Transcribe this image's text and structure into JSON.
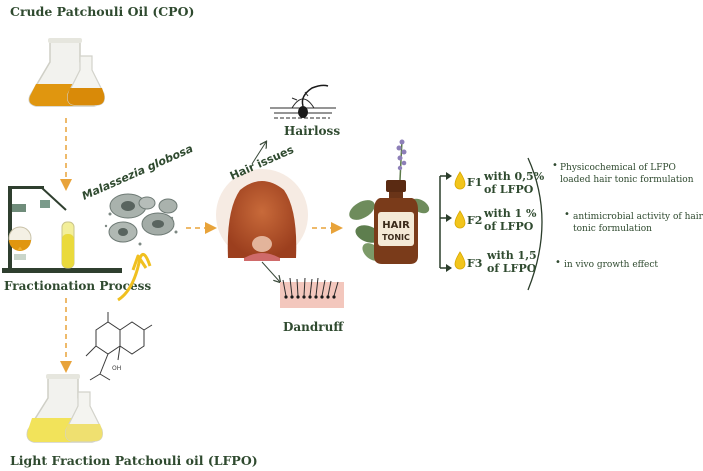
{
  "diagram": {
    "crude_oil_title": "Crude Patchouli Oil (CPO)",
    "fractionation_label": "Fractionation Process",
    "light_fraction_title": "Light Fraction Patchouli oil (LFPO)",
    "fungus_label": "Malassezia globosa",
    "hair_issues_label": "Hair issues",
    "hairloss_label": "Hairloss",
    "dandruff_label": "Dandruff",
    "bottle_label_top": "HAIR",
    "bottle_label_bottom": "TONIC",
    "molecule_labels": {
      "oh": "OH"
    },
    "formulations": [
      {
        "id": "F1",
        "line1": "with 0,5%",
        "line2": "of LFPO"
      },
      {
        "id": "F2",
        "line1": "with 1 %",
        "line2": "of LFPO"
      },
      {
        "id": "F3",
        "line1": "with 1,5",
        "line2": "of LFPO"
      }
    ],
    "tests": [
      {
        "line1": "Physicochemical of LFPO",
        "line2": "loaded hair tonic formulation"
      },
      {
        "line1": "antimicrobial activity of hair",
        "line2": "tonic formulation"
      },
      {
        "line1": "in vivo growth effect",
        "line2": ""
      }
    ],
    "colors": {
      "crude_oil": "#e0960f",
      "light_oil": "#f2e35a",
      "arrow": "#e8a33a",
      "text": "#2f4a2f",
      "hair": "#b5502a",
      "bottle": "#7a3b1a"
    }
  }
}
